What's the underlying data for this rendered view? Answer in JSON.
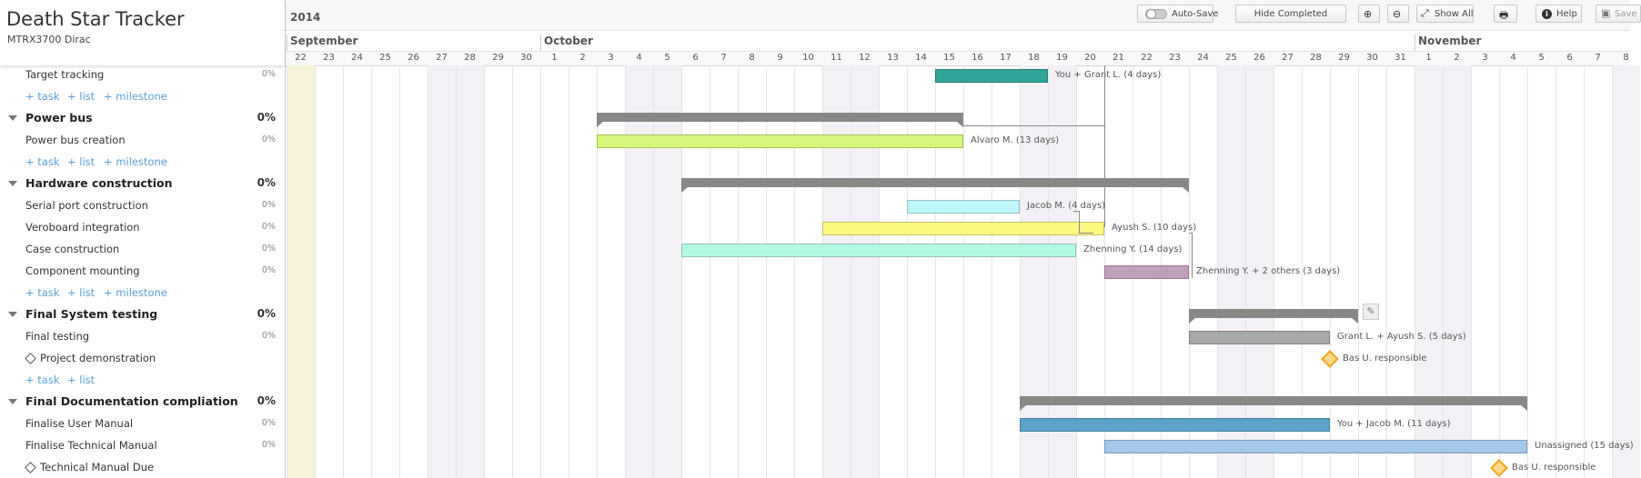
{
  "app": {
    "title": "Death Star Tracker",
    "subtitle": "MTRX3700 Dirac"
  },
  "toolbar": {
    "year": "2014",
    "autosave": "Auto-Save",
    "hide_completed": "Hide Completed",
    "zoom_in": "⊕",
    "zoom_out": "⊖",
    "show_all": "Show All",
    "print": "🖶",
    "help": "Help",
    "save": "Save"
  },
  "months": [
    {
      "name": "September"
    },
    {
      "name": "October"
    },
    {
      "name": "November"
    }
  ],
  "days": [
    "22",
    "23",
    "24",
    "25",
    "26",
    "27",
    "28",
    "29",
    "30",
    "1",
    "2",
    "3",
    "4",
    "5",
    "6",
    "7",
    "8",
    "9",
    "10",
    "11",
    "12",
    "13",
    "14",
    "15",
    "16",
    "17",
    "18",
    "19",
    "20",
    "21",
    "22",
    "23",
    "24",
    "25",
    "26",
    "27",
    "28",
    "29",
    "30",
    "31",
    "1",
    "2",
    "3",
    "4",
    "5",
    "6",
    "7",
    "8"
  ],
  "add_links": {
    "task": "+ task",
    "list": "+ list",
    "milestone": "+ milestone"
  },
  "rows": [
    {
      "kind": "task",
      "name": "Target tracking",
      "pct": "0%"
    },
    {
      "kind": "add",
      "links": [
        "task",
        "list",
        "milestone"
      ]
    },
    {
      "kind": "group",
      "name": "Power bus",
      "pct": "0%"
    },
    {
      "kind": "task",
      "name": "Power bus creation",
      "pct": "0%"
    },
    {
      "kind": "add",
      "links": [
        "task",
        "list",
        "milestone"
      ]
    },
    {
      "kind": "group",
      "name": "Hardware construction",
      "pct": "0%"
    },
    {
      "kind": "task",
      "name": "Serial port construction",
      "pct": "0%"
    },
    {
      "kind": "task",
      "name": "Veroboard integration",
      "pct": "0%"
    },
    {
      "kind": "task",
      "name": "Case construction",
      "pct": "0%"
    },
    {
      "kind": "task",
      "name": "Component mounting",
      "pct": "0%"
    },
    {
      "kind": "add",
      "links": [
        "task",
        "list",
        "milestone"
      ]
    },
    {
      "kind": "group",
      "name": "Final System testing",
      "pct": "0%"
    },
    {
      "kind": "task",
      "name": "Final testing",
      "pct": "0%"
    },
    {
      "kind": "milestone",
      "name": "Project demonstration"
    },
    {
      "kind": "add",
      "links": [
        "task",
        "list"
      ]
    },
    {
      "kind": "group",
      "name": "Final Documentation compliation",
      "pct": "0%"
    },
    {
      "kind": "task",
      "name": "Finalise User Manual",
      "pct": "0%"
    },
    {
      "kind": "task",
      "name": "Finalise Technical Manual",
      "pct": "0%"
    },
    {
      "kind": "milestone",
      "name": "Technical Manual Due"
    }
  ],
  "bars": [
    {
      "row": 0,
      "start": 23,
      "len": 4,
      "color": "#2fa597",
      "label": "You + Grant L. (4 days)"
    },
    {
      "row": 2,
      "start": 11,
      "len": 13,
      "group": true
    },
    {
      "row": 3,
      "start": 11,
      "len": 13,
      "color": "#d6f77b",
      "label": "Alvaro M. (13 days)"
    },
    {
      "row": 5,
      "start": 14,
      "len": 18,
      "group": true
    },
    {
      "row": 6,
      "start": 22,
      "len": 4,
      "color": "#bdf7fa",
      "label": "Jacob M. (4 days)"
    },
    {
      "row": 7,
      "start": 19,
      "len": 10,
      "color": "#fdf882",
      "label": "Ayush S. (10 days)"
    },
    {
      "row": 8,
      "start": 14,
      "len": 14,
      "color": "#b2fbe2",
      "label": "Zhenning Y. (14 days)"
    },
    {
      "row": 9,
      "start": 29,
      "len": 3,
      "color": "#bf9fba",
      "label": "Zhenning Y. + 2 others (3 days)"
    },
    {
      "row": 11,
      "start": 32,
      "len": 6,
      "group": true
    },
    {
      "row": 12,
      "start": 32,
      "len": 5,
      "color": "#a7a9aa",
      "label": "Grant L. + Ayush S. (5 days)"
    },
    {
      "row": 13,
      "start": 37,
      "milestone": true,
      "label": "Bas U. responsible"
    },
    {
      "row": 15,
      "start": 26,
      "len": 18,
      "group": true
    },
    {
      "row": 16,
      "start": 26,
      "len": 11,
      "color": "#5ba3c8",
      "label": "You + Jacob M. (11 days)"
    },
    {
      "row": 17,
      "start": 29,
      "len": 15,
      "color": "#a4c8ea",
      "label": "Unassigned (15 days)"
    },
    {
      "row": 18,
      "start": 43,
      "milestone": true,
      "label": "Bas U. responsible"
    }
  ]
}
